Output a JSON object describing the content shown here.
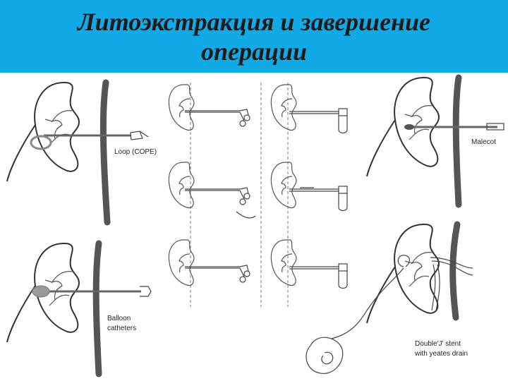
{
  "slide": {
    "title": "Литоэкстракция и завершение операции"
  },
  "labels": {
    "loop": "Loop (COPE)",
    "balloon_line1": "Balloon",
    "balloon_line2": "catheters",
    "malecot": "Malecot",
    "stent_line1": "Double'J' stent",
    "stent_line2": "with yeates drain"
  },
  "colors": {
    "title_bar": "#11a9e6"
  }
}
